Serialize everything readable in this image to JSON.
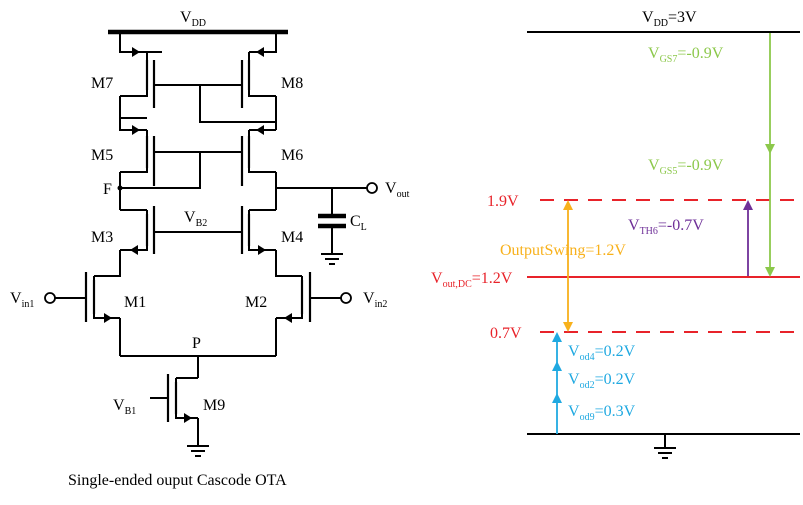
{
  "circuit": {
    "supply_label": "V",
    "supply_sub": "DD",
    "transistors": [
      "M1",
      "M2",
      "M3",
      "M4",
      "M5",
      "M6",
      "M7",
      "M8",
      "M9"
    ],
    "node_f": "F",
    "node_p": "P",
    "vb2": {
      "main": "V",
      "sub": "B2"
    },
    "vb1": {
      "main": "V",
      "sub": "B1"
    },
    "vin1": {
      "main": "V",
      "sub": "in1"
    },
    "vin2": {
      "main": "V",
      "sub": "in2"
    },
    "vout": {
      "main": "V",
      "sub": "out"
    },
    "cl": {
      "main": "C",
      "sub": "L"
    },
    "caption": "Single-ended ouput Cascode OTA"
  },
  "levels": {
    "vdd": {
      "main": "V",
      "sub": "DD",
      "rest": "=3V"
    },
    "level_1_9": "1.9V",
    "level_0_7": "0.7V",
    "vout_dc": {
      "main": "V",
      "sub": "out,DC",
      "rest": "=1.2V"
    },
    "vgs7": {
      "main": "V",
      "sub": "GS7",
      "rest": "=-0.9V"
    },
    "vgs5": {
      "main": "V",
      "sub": "GS5",
      "rest": "=-0.9V"
    },
    "vth6": {
      "main": "V",
      "sub": "TH6",
      "rest": "=-0.7V"
    },
    "swing": "OutputSwing=1.2V",
    "vod4": {
      "main": "V",
      "sub": "od4",
      "rest": "=0.2V"
    },
    "vod2": {
      "main": "V",
      "sub": "od2",
      "rest": "=0.2V"
    },
    "vod9": {
      "main": "V",
      "sub": "od9",
      "rest": "=0.3V"
    }
  },
  "colors": {
    "red": "#e8232a",
    "green": "#8cc84b",
    "orange": "#f8b11c",
    "purple": "#6f3098",
    "blue": "#20a9e1",
    "black": "#000000"
  }
}
